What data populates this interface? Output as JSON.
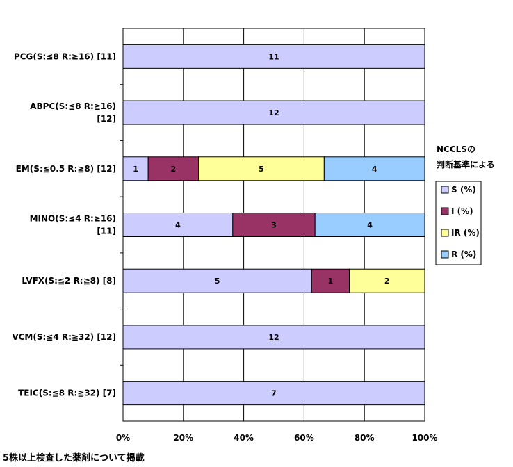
{
  "chart_data": {
    "type": "bar",
    "orientation": "horizontal",
    "stacked": "percent",
    "categories": [
      [
        "PCG(S:≦8 R:≧16) [11]"
      ],
      [
        "ABPC(S:≦8 R:≧16)",
        "[12]"
      ],
      [
        "EM(S:≦0.5 R:≧8) [12]"
      ],
      [
        "MINO(S:≦4 R:≧16)",
        "[11]"
      ],
      [
        "LVFX(S:≦2 R:≧8) [8]"
      ],
      [
        "VCM(S:≦4 R:≧32) [12]"
      ],
      [
        "TEIC(S:≦8 R:≧32) [7]"
      ]
    ],
    "series": [
      {
        "name": "S (%)",
        "color": "#ccccff",
        "values": [
          11,
          12,
          1,
          4,
          5,
          12,
          7
        ]
      },
      {
        "name": "I (%)",
        "color": "#993366",
        "values": [
          0,
          0,
          2,
          3,
          1,
          0,
          0
        ]
      },
      {
        "name": "IR (%)",
        "color": "#ffff99",
        "values": [
          0,
          0,
          5,
          0,
          2,
          0,
          0
        ]
      },
      {
        "name": "R (%)",
        "color": "#99ccff",
        "values": [
          0,
          0,
          4,
          4,
          0,
          0,
          0
        ]
      }
    ],
    "x_ticks": [
      "0%",
      "20%",
      "40%",
      "60%",
      "80%",
      "100%"
    ],
    "xlim": [
      0,
      100
    ],
    "grid": true,
    "legend": {
      "title": [
        "NCCLSの",
        "判断基準による"
      ],
      "position": "right"
    }
  },
  "footnote": "5株以上検査した薬剤について掲載"
}
